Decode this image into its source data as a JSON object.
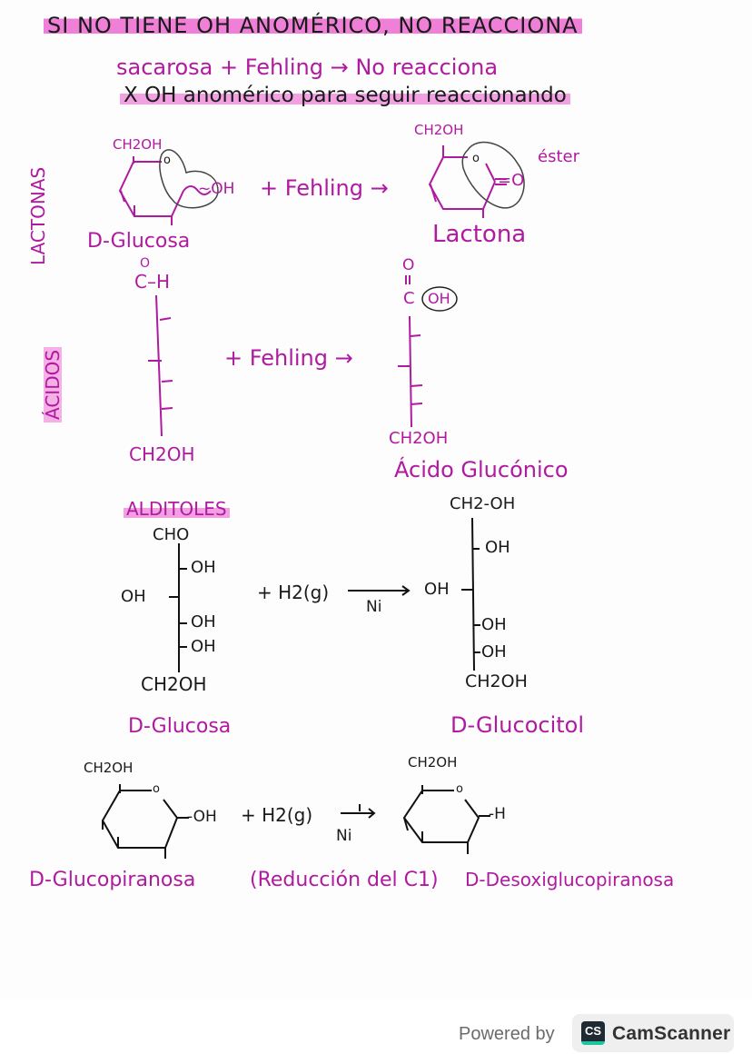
{
  "header": {
    "title": "SI NO TIENE OH ANOMÉRICO, NO REACCIONA",
    "line1": "sacarosa + Fehling → No reacciona",
    "line2": "X OH anomérico para seguir reaccionando"
  },
  "lactonas": {
    "side_label": "LACTONAS",
    "reactant_substituent": "CH2OH",
    "reactant_oh": "~OH",
    "ring_o": "o",
    "reagent": "+ Fehling →",
    "reactant_name": "D-Glucosa",
    "product_substituent": "CH2OH",
    "product_carbonyl": "=O",
    "product_annotation": "éster",
    "product_name": "Lactona"
  },
  "acidos": {
    "side_label": "ÁCIDOS",
    "reactant_top": "C–H",
    "reactant_top_o": "O",
    "reactant_bottom": "CH2OH",
    "reagent": "+ Fehling →",
    "product_top_o": "O",
    "product_top": "C",
    "product_oh": "OH",
    "product_bottom": "CH2OH",
    "product_name": "Ácido Glucónico"
  },
  "alditoles": {
    "section_title": "ALDITOLES",
    "reactant_top": "CHO",
    "reactant_groups": [
      "OH",
      "OH",
      "OH",
      "OH"
    ],
    "reactant_bottom": "CH2OH",
    "reactant_name": "D-Glucosa",
    "reagent": "+ H2(g)",
    "catalyst": "Ni",
    "product_top": "CH2-OH",
    "product_groups": [
      "OH",
      "OH",
      "OH",
      "OH"
    ],
    "product_bottom": "CH2OH",
    "product_name": "D-Glucocitol"
  },
  "reduccion": {
    "reactant_substituent": "CH2OH",
    "reactant_oh": "-OH",
    "ring_o": "o",
    "reagent": "+ H2(g)",
    "catalyst": "Ni",
    "reactant_name": "D-Glucopiranosa",
    "note": "(Reducción del C1)",
    "product_substituent": "CH2OH",
    "product_h": "-H",
    "product_name": "D-Desoxiglucopiranosa"
  },
  "footer": {
    "powered_by": "Powered by",
    "logo_text": "CS",
    "brand": "CamScanner"
  },
  "colors": {
    "ink": "#1a1a1a",
    "magenta_ink": "#b01aa0",
    "highlighter": "#f07fd8",
    "camscanner_dark": "#1f2a33",
    "camscanner_accent": "#19c6a0"
  }
}
